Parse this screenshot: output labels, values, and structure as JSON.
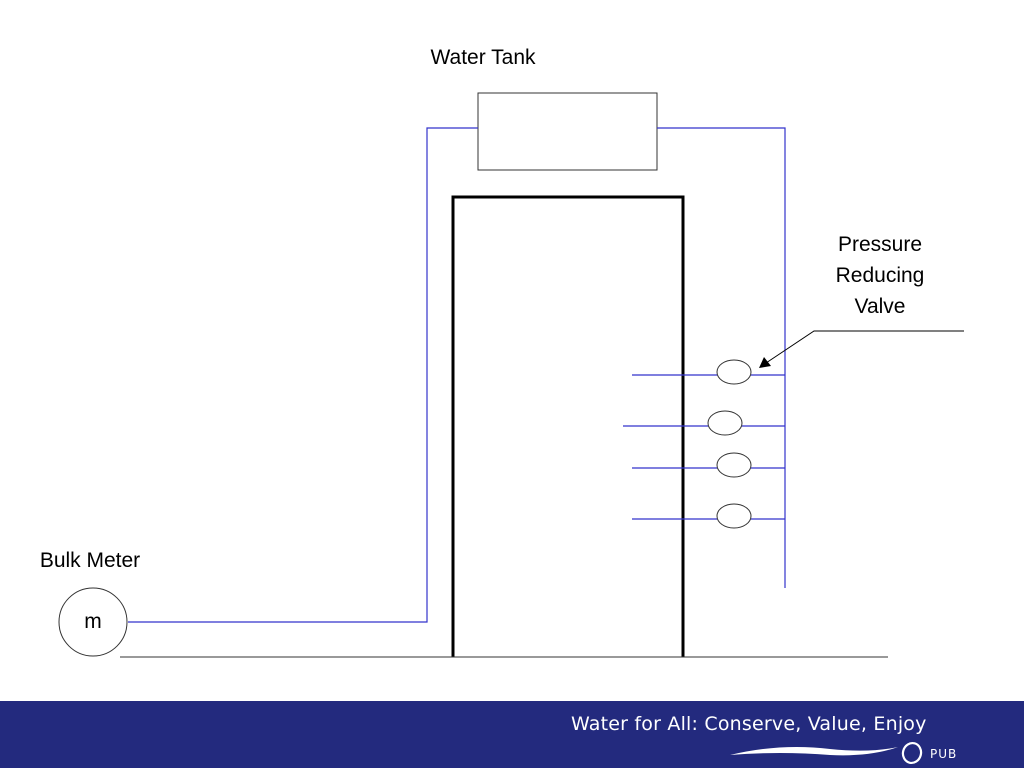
{
  "labels": {
    "water_tank": "Water Tank",
    "prv_line1": "Pressure",
    "prv_line2": "Reducing",
    "prv_line3": "Valve",
    "bulk_meter": "Bulk Meter",
    "meter_symbol": "m"
  },
  "footer": {
    "slogan": "Water for All: Conserve, Value, Enjoy",
    "logo_text": "PUB"
  },
  "colors": {
    "pipe": "#3333cc",
    "outline": "#000000",
    "footer_bg": "#232a7e"
  }
}
